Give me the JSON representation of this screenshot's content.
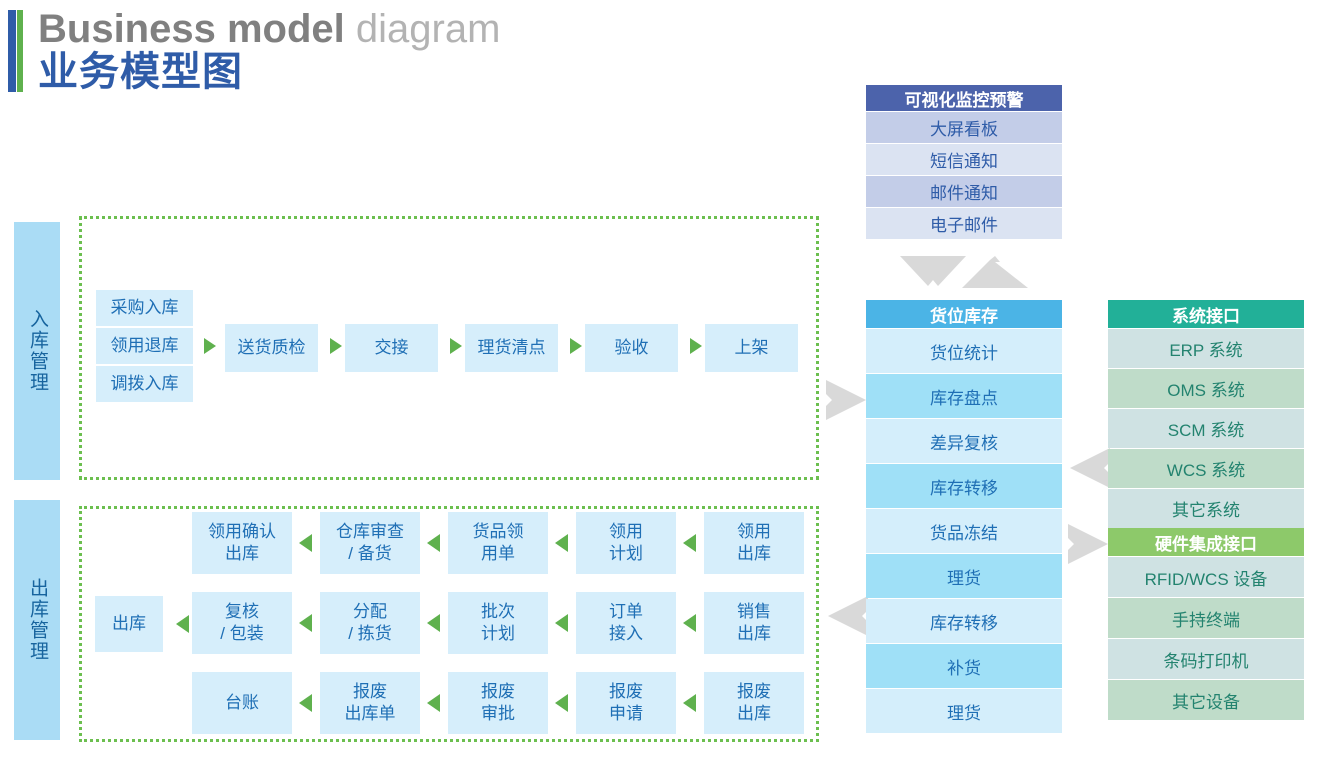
{
  "title": {
    "en_bold": "Business model",
    "en_light": " diagram",
    "cn": "业务模型图",
    "accent_blue": "#2f5ca8",
    "accent_green": "#5fb14e"
  },
  "colors": {
    "box_blue": "#d6eefb",
    "sidebar_blue": "#aadcf5",
    "text_blue": "#1f6fb5",
    "dotted_green": "#6cbf4f",
    "arrow_green": "#5fb14e",
    "gray_arrow": "#d9d9d9",
    "monitor_header": "#4c63ab",
    "inventory_header": "#4bb4e6",
    "system_header": "#22b098",
    "hardware_header": "#8dc96a"
  },
  "inbound": {
    "side_label": "入库管理",
    "sources": [
      "采购入库",
      "领用退库",
      "调拨入库"
    ],
    "steps": [
      "送货质检",
      "交接",
      "理货清点",
      "验收",
      "上架"
    ]
  },
  "outbound": {
    "side_label": "出库管理",
    "terminal": "出库",
    "rows": [
      [
        "领用确认\n出库",
        "仓库审查\n/ 备货",
        "货品领\n用单",
        "领用\n计划",
        "领用\n出库"
      ],
      [
        "复核\n/ 包装",
        "分配\n/ 拣货",
        "批次\n计划",
        "订单\n接入",
        "销售\n出库"
      ],
      [
        "台账",
        "报废\n出库单",
        "报废\n审批",
        "报废\n申请",
        "报废\n出库"
      ]
    ]
  },
  "monitor": {
    "header": "可视化监控预警",
    "items": [
      "大屏看板",
      "短信通知",
      "邮件通知",
      "电子邮件"
    ]
  },
  "inventory": {
    "header": "货位库存",
    "items": [
      "货位统计",
      "库存盘点",
      "差异复核",
      "库存转移",
      "货品冻结",
      "理货",
      "库存转移",
      "补货",
      "理货"
    ]
  },
  "system_interface": {
    "header": "系统接口",
    "items": [
      "ERP 系统",
      "OMS 系统",
      "SCM 系统",
      "WCS 系统",
      "其它系统"
    ]
  },
  "hardware_interface": {
    "header": "硬件集成接口",
    "items": [
      "RFID/WCS 设备",
      "手持终端",
      "条码打印机",
      "其它设备"
    ]
  },
  "connectors": {
    "inbound_to_inventory": "arrow-right-icon",
    "inventory_to_outbound": "arrow-left-icon",
    "inventory_to_system": "arrow-left-icon",
    "inventory_to_hardware": "arrow-right-icon",
    "monitor_down": "chevron-down-icon",
    "monitor_up": "chevron-up-icon"
  }
}
